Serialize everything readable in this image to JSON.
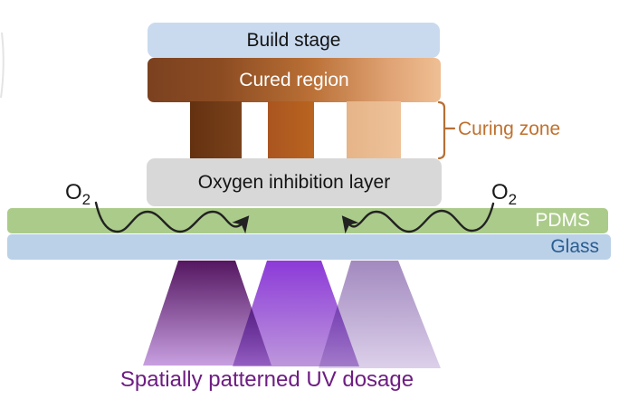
{
  "figure": {
    "background": "#ffffff",
    "blocks": {
      "build_stage": {
        "label": "Build stage",
        "fill": "#c9daef",
        "text_color": "#141414"
      },
      "cured_region": {
        "label": "Cured region",
        "fill_left": "#7b4120",
        "fill_right": "#efbf94",
        "text_color": "#ffffff"
      },
      "pillars": [
        {
          "name": "cured-pillar-dark",
          "fill": "#6d3a15"
        },
        {
          "name": "cured-pillar-medium",
          "fill": "#b25c22"
        },
        {
          "name": "cured-pillar-light",
          "fill": "#e9ba8e"
        }
      ],
      "oxygen_inhibition_layer": {
        "label": "Oxygen inhibition layer",
        "fill": "#d8d8d8",
        "text_color": "#141414"
      },
      "pdms": {
        "label": "PDMS",
        "fill": "#abcb8a",
        "text_color": "#ffffff"
      },
      "glass": {
        "label": "Glass",
        "fill": "#bbd1e8",
        "text_color": "#2b5d90"
      }
    },
    "annotations": {
      "curing_zone": {
        "label": "Curing zone",
        "color": "#c0712e",
        "bracket_color": "#b66f34"
      },
      "o2_left": {
        "base": "O",
        "sub": "2",
        "color": "#1a1a1a"
      },
      "o2_right": {
        "base": "O",
        "sub": "2",
        "color": "#1a1a1a"
      },
      "uv_dosage": {
        "label": "Spatially patterned UV dosage",
        "color": "#6e1d82"
      },
      "arrow_color": "#222222"
    },
    "uv_beams": [
      {
        "name": "uv-beam-high-dose",
        "top": "#541660",
        "bottom": "#c79fe0"
      },
      {
        "name": "uv-beam-medium-dose",
        "top": "#8c3ad8",
        "bottom": "#bd97dc"
      },
      {
        "name": "uv-beam-low-dose",
        "top": "#a289bf",
        "bottom": "#dcd0ea"
      }
    ]
  }
}
